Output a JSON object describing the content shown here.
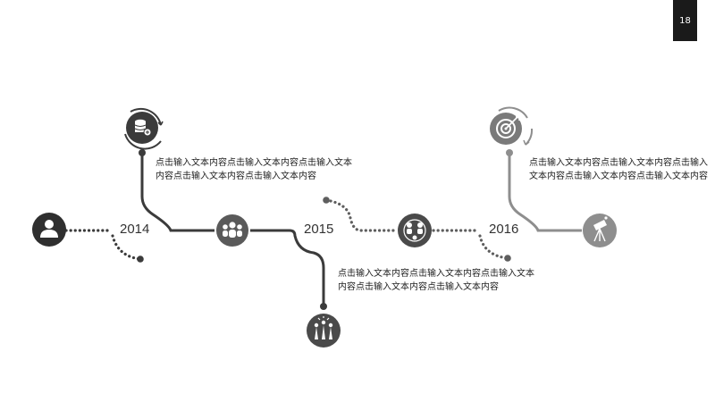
{
  "slide": {
    "page_number": "18",
    "colors": {
      "dark": "#3b3b3b",
      "medium": "#5e5e5e",
      "light": "#8e8e8e",
      "text": "#222222"
    }
  },
  "timeline": {
    "years": [
      "2014",
      "2015",
      "2016"
    ],
    "nodes": [
      {
        "icon": "user-icon"
      },
      {
        "icon": "database-icon"
      },
      {
        "icon": "team-icon"
      },
      {
        "icon": "celebration-icon"
      },
      {
        "icon": "network-icon"
      },
      {
        "icon": "target-icon"
      },
      {
        "icon": "telescope-icon"
      }
    ],
    "descriptions": [
      "点击输入文本内容点击输入文本内容点击输入文本内容点击输入文本内容点击输入文本内容",
      "点击输入文本内容点击输入文本内容点击输入文本内容点击输入文本内容点击输入文本内容",
      "点击输入文本内容点击输入文本内容点击输入文本内容点击输入文本内容点击输入文本内容"
    ]
  }
}
